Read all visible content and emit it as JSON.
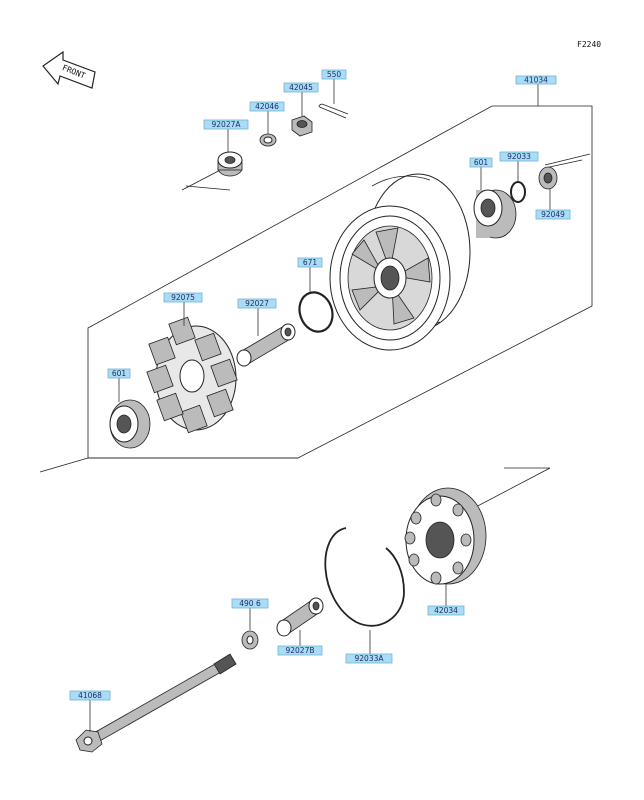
{
  "figure_ref": "F2240",
  "front_label": "FRONT",
  "callouts": [
    {
      "id": "c-41034",
      "text": "41034"
    },
    {
      "id": "c-550",
      "text": "550"
    },
    {
      "id": "c-42045",
      "text": "42045"
    },
    {
      "id": "c-42046",
      "text": "42046"
    },
    {
      "id": "c-92027a",
      "text": "92027A"
    },
    {
      "id": "c-601a",
      "text": "601"
    },
    {
      "id": "c-92033",
      "text": "92033"
    },
    {
      "id": "c-92049",
      "text": "92049"
    },
    {
      "id": "c-671",
      "text": "671"
    },
    {
      "id": "c-92075",
      "text": "92075"
    },
    {
      "id": "c-92027",
      "text": "92027"
    },
    {
      "id": "c-601b",
      "text": "601"
    },
    {
      "id": "c-49016",
      "text": "490 6"
    },
    {
      "id": "c-92027b",
      "text": "92027B"
    },
    {
      "id": "c-92033a",
      "text": "92033A"
    },
    {
      "id": "c-42034",
      "text": "42034"
    },
    {
      "id": "c-41068",
      "text": "41068"
    }
  ]
}
